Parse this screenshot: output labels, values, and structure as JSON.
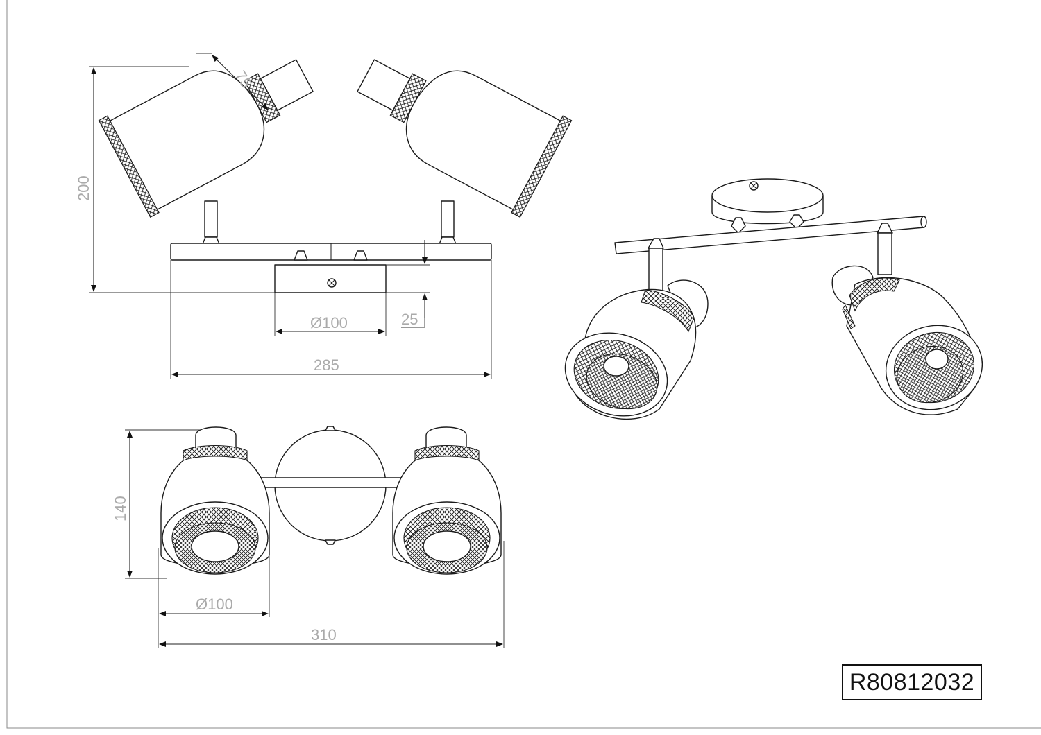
{
  "dimensions": {
    "shade_depth": "75",
    "overall_height": "200",
    "base_diameter": "Ø100",
    "base_height": "25",
    "bar_length": "285",
    "depth": "140",
    "shade_diameter": "Ø100",
    "overall_width": "310"
  },
  "part_number": "R80812032",
  "colors": {
    "line": "#1a1a1a",
    "dimension_text": "#aaaaaa",
    "background": "#ffffff"
  }
}
